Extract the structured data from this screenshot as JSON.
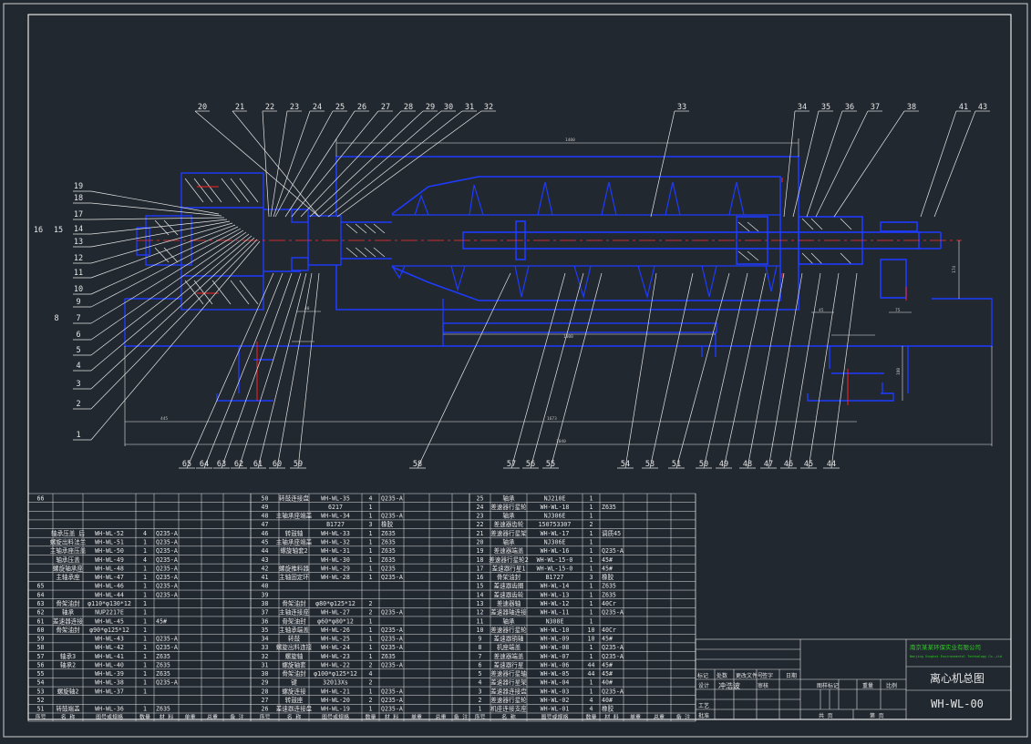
{
  "title_block": {
    "company": "南京某某环保实业有限公司",
    "company_en": "Nanjing Xinghai Environmental Technology Co.,Ltd",
    "drawing_name": "离心机总图",
    "drawing_number": "WH-WL-00",
    "designer_label": "设计",
    "designer_name": "冲浩波",
    "approve_label": "批准",
    "stage_label": "图样标记",
    "weight_label": "重量",
    "scale_label": "比例",
    "sheet_label": "共 页",
    "sheet_of_label": "第 页",
    "row_labels": [
      "标记",
      "处数",
      "更改文件号",
      "签字",
      "日期"
    ],
    "check_label": "工艺",
    "std_label": "审核"
  },
  "table_header": [
    "序号",
    "名 称",
    "图号或规格",
    "数量",
    "材 料",
    "单重",
    "总重",
    "备 注"
  ],
  "parts_col1": [
    {
      "no": "66",
      "name": "",
      "spec": "",
      "qty": "",
      "mat": ""
    },
    {
      "no": "",
      "name": "",
      "spec": "",
      "qty": "",
      "mat": ""
    },
    {
      "no": "",
      "name": "",
      "spec": "",
      "qty": "",
      "mat": ""
    },
    {
      "no": "",
      "name": "",
      "spec": "",
      "qty": "",
      "mat": ""
    },
    {
      "no": "",
      "name": "轴承压盖 后",
      "spec": "WH-WL-52",
      "qty": "4",
      "mat": "Q235-A"
    },
    {
      "no": "",
      "name": "螺旋出料法兰",
      "spec": "WH-WL-51",
      "qty": "1",
      "mat": "Q235-A"
    },
    {
      "no": "",
      "name": "主轴承座压盖",
      "spec": "WH-WL-50",
      "qty": "1",
      "mat": "Q235-A"
    },
    {
      "no": "",
      "name": "轴承压盖",
      "spec": "WH-WL-49",
      "qty": "4",
      "mat": "Q235-A"
    },
    {
      "no": "",
      "name": "螺旋轴承座",
      "spec": "WH-WL-48",
      "qty": "1",
      "mat": "Q235-A"
    },
    {
      "no": "",
      "name": "主轴承座",
      "spec": "WH-WL-47",
      "qty": "1",
      "mat": "Q235-A"
    },
    {
      "no": "65",
      "name": "",
      "spec": "WH-WL-46",
      "qty": "1",
      "mat": "Q235-A"
    },
    {
      "no": "64",
      "name": "",
      "spec": "WH-WL-44",
      "qty": "1",
      "mat": "Q235-A"
    },
    {
      "no": "63",
      "name": "骨架油封",
      "spec": "φ110*φ130*12",
      "qty": "1",
      "mat": ""
    },
    {
      "no": "62",
      "name": "轴承",
      "spec": "NUP2217E",
      "qty": "1",
      "mat": ""
    },
    {
      "no": "61",
      "name": "差速器连接",
      "spec": "WH-WL-45",
      "qty": "1",
      "mat": "45#"
    },
    {
      "no": "60",
      "name": "骨架油封",
      "spec": "φ90*φ125*12",
      "qty": "1",
      "mat": ""
    },
    {
      "no": "59",
      "name": "",
      "spec": "WH-WL-43",
      "qty": "1",
      "mat": "Q235-A"
    },
    {
      "no": "58",
      "name": "",
      "spec": "WH-WL-42",
      "qty": "1",
      "mat": "Q235-A"
    },
    {
      "no": "57",
      "name": "轴承3",
      "spec": "WH-WL-41",
      "qty": "1",
      "mat": "Z635"
    },
    {
      "no": "56",
      "name": "轴承2",
      "spec": "WH-WL-40",
      "qty": "1",
      "mat": "Z635"
    },
    {
      "no": "55",
      "name": "",
      "spec": "WH-WL-39",
      "qty": "1",
      "mat": "Z635"
    },
    {
      "no": "54",
      "name": "",
      "spec": "WH-WL-38",
      "qty": "1",
      "mat": "Q235-A"
    },
    {
      "no": "53",
      "name": "螺旋轴2",
      "spec": "WH-WL-37",
      "qty": "1",
      "mat": ""
    },
    {
      "no": "52",
      "name": "",
      "spec": "",
      "qty": "",
      "mat": ""
    },
    {
      "no": "51",
      "name": "转鼓端盖",
      "spec": "WH-WL-36",
      "qty": "1",
      "mat": "Z635"
    }
  ],
  "parts_col2": [
    {
      "no": "50",
      "name": "转鼓连接盘",
      "spec": "WH-WL-35",
      "qty": "4",
      "mat": "Q235-A"
    },
    {
      "no": "49",
      "name": "",
      "spec": "6217",
      "qty": "1",
      "mat": ""
    },
    {
      "no": "48",
      "name": "主轴承座端盖",
      "spec": "WH-WL-34",
      "qty": "1",
      "mat": "Q235-A"
    },
    {
      "no": "47",
      "name": "",
      "spec": "B1727",
      "qty": "3",
      "mat": "橡胶"
    },
    {
      "no": "46",
      "name": "转鼓轴",
      "spec": "WH-WL-33",
      "qty": "1",
      "mat": "Z635"
    },
    {
      "no": "45",
      "name": "主轴承座端盖",
      "spec": "WH-WL-32",
      "qty": "1",
      "mat": "Z635"
    },
    {
      "no": "44",
      "name": "螺旋轴套2",
      "spec": "WH-WL-31",
      "qty": "1",
      "mat": "Z635"
    },
    {
      "no": "43",
      "name": "",
      "spec": "WH-WL-30",
      "qty": "1",
      "mat": "Z635"
    },
    {
      "no": "42",
      "name": "螺旋推料器",
      "spec": "WH-WL-29",
      "qty": "1",
      "mat": "Q235"
    },
    {
      "no": "41",
      "name": "主轴固定环",
      "spec": "WH-WL-28",
      "qty": "1",
      "mat": "Q235-A"
    },
    {
      "no": "40",
      "name": "",
      "spec": "",
      "qty": "",
      "mat": ""
    },
    {
      "no": "39",
      "name": "",
      "spec": "",
      "qty": "",
      "mat": ""
    },
    {
      "no": "38",
      "name": "骨架油封",
      "spec": "φ80*φ125*12",
      "qty": "2",
      "mat": ""
    },
    {
      "no": "37",
      "name": "主轴连接座",
      "spec": "WH-WL-27",
      "qty": "2",
      "mat": "Q235-A"
    },
    {
      "no": "36",
      "name": "骨架油封",
      "spec": "φ60*φ80*12",
      "qty": "1",
      "mat": ""
    },
    {
      "no": "35",
      "name": "主轴承端盖",
      "spec": "WH-WL-26",
      "qty": "1",
      "mat": "Q235-A"
    },
    {
      "no": "34",
      "name": "转鼓",
      "spec": "WH-WL-25",
      "qty": "1",
      "mat": "Q235-A"
    },
    {
      "no": "33",
      "name": "螺旋出料连接",
      "spec": "WH-WL-24",
      "qty": "1",
      "mat": "Q235-A"
    },
    {
      "no": "32",
      "name": "螺旋轴",
      "spec": "WH-WL-23",
      "qty": "1",
      "mat": "Z635"
    },
    {
      "no": "31",
      "name": "螺旋轴套",
      "spec": "WH-WL-22",
      "qty": "2",
      "mat": "Q235-A"
    },
    {
      "no": "30",
      "name": "骨架油封",
      "spec": "φ100*φ125*12",
      "qty": "4",
      "mat": ""
    },
    {
      "no": "29",
      "name": "键",
      "spec": "32013Xs",
      "qty": "2",
      "mat": ""
    },
    {
      "no": "28",
      "name": "螺旋连接",
      "spec": "WH-WL-21",
      "qty": "1",
      "mat": "Q235-A"
    },
    {
      "no": "27",
      "name": "转鼓座",
      "spec": "WH-WL-20",
      "qty": "2",
      "mat": "Q235-A"
    },
    {
      "no": "26",
      "name": "差速器连接盘",
      "spec": "WH-WL-19",
      "qty": "1",
      "mat": "Q235-A"
    }
  ],
  "parts_col3": [
    {
      "no": "25",
      "name": "轴承",
      "spec": "NJ210E",
      "qty": "1",
      "mat": ""
    },
    {
      "no": "24",
      "name": "差速器行星轮",
      "spec": "WH-WL-18",
      "qty": "1",
      "mat": "Z635"
    },
    {
      "no": "23",
      "name": "轴承",
      "spec": "NJ306E",
      "qty": "1",
      "mat": ""
    },
    {
      "no": "22",
      "name": "差速器齿轮",
      "spec": "150753307",
      "qty": "2",
      "mat": ""
    },
    {
      "no": "21",
      "name": "差速器行星架",
      "spec": "WH-WL-17",
      "qty": "1",
      "mat": "调质45"
    },
    {
      "no": "20",
      "name": "轴承",
      "spec": "NJ306E",
      "qty": "1",
      "mat": ""
    },
    {
      "no": "19",
      "name": "差速器端盖",
      "spec": "WH-WL-16",
      "qty": "1",
      "mat": "Q235-A"
    },
    {
      "no": "18",
      "name": "差速器行星轮2",
      "spec": "WH-WL-15-0",
      "qty": "1",
      "mat": "45#"
    },
    {
      "no": "17",
      "name": "差速器行星1",
      "spec": "WH-WL-15-0",
      "qty": "1",
      "mat": "45#"
    },
    {
      "no": "16",
      "name": "骨架油封",
      "spec": "B1727",
      "qty": "3",
      "mat": "橡胶"
    },
    {
      "no": "15",
      "name": "差速器齿圈",
      "spec": "WH-WL-14",
      "qty": "1",
      "mat": "Z635"
    },
    {
      "no": "14",
      "name": "差速器齿轮",
      "spec": "WH-WL-13",
      "qty": "1",
      "mat": "Z635"
    },
    {
      "no": "13",
      "name": "差速器轴",
      "spec": "WH-WL-12",
      "qty": "1",
      "mat": "40Cr"
    },
    {
      "no": "12",
      "name": "差速器轴连接",
      "spec": "WH-WL-11",
      "qty": "1",
      "mat": "Q235-A"
    },
    {
      "no": "11",
      "name": "轴承",
      "spec": "N308E",
      "qty": "1",
      "mat": ""
    },
    {
      "no": "10",
      "name": "差速器行星轮",
      "spec": "WH-WL-10",
      "qty": "10",
      "mat": "40Cr"
    },
    {
      "no": "9",
      "name": "差速器销轴",
      "spec": "WH-WL-09",
      "qty": "10",
      "mat": "45#"
    },
    {
      "no": "8",
      "name": "机座端盖",
      "spec": "WH-WL-08",
      "qty": "1",
      "mat": "Q235-A"
    },
    {
      "no": "7",
      "name": "差速器端盖",
      "spec": "WH-WL-07",
      "qty": "1",
      "mat": "Q235-A"
    },
    {
      "no": "6",
      "name": "差速器行星",
      "spec": "WH-WL-06",
      "qty": "44",
      "mat": "45#"
    },
    {
      "no": "5",
      "name": "差速器行星轴",
      "spec": "WH-WL-05",
      "qty": "44",
      "mat": "45#"
    },
    {
      "no": "4",
      "name": "差速器行星架",
      "spec": "WH-WL-04",
      "qty": "1",
      "mat": "40#"
    },
    {
      "no": "3",
      "name": "差速器连接盘",
      "spec": "WH-WL-03",
      "qty": "1",
      "mat": "Q235-A"
    },
    {
      "no": "2",
      "name": "差速器行星轮",
      "spec": "WH-WL-02",
      "qty": "4",
      "mat": "40#"
    },
    {
      "no": "1",
      "name": "机座连接支座",
      "spec": "WH-WL-01",
      "qty": "4",
      "mat": "橡胶"
    }
  ],
  "balloons_top": [
    "20",
    "21",
    "22",
    "23",
    "24",
    "25",
    "26",
    "27",
    "28",
    "29",
    "30",
    "31",
    "32",
    "33",
    "34",
    "35",
    "36",
    "37",
    "38",
    "41",
    "43"
  ],
  "balloons_left": [
    "19",
    "18",
    "17",
    "14",
    "13",
    "12",
    "11",
    "10",
    "9",
    "7",
    "6",
    "5",
    "4",
    "3",
    "2",
    "1"
  ],
  "balloons_left_side": [
    "16",
    "15",
    "8"
  ],
  "balloons_bottom": [
    "65",
    "64",
    "63",
    "62",
    "61",
    "60",
    "59",
    "58",
    "57",
    "56",
    "55",
    "54",
    "53",
    "51",
    "50",
    "49",
    "48",
    "47",
    "46",
    "45",
    "44"
  ],
  "dimensions": [
    "1400",
    "1000",
    "1673",
    "445",
    "75",
    "174",
    "45",
    "180",
    "40",
    "1040"
  ],
  "colors": {
    "background": "#212830",
    "line": "#e6e6e6",
    "outline": "#1f3bff",
    "centerline": "#ff2020",
    "frame": "#d0d0d0"
  }
}
